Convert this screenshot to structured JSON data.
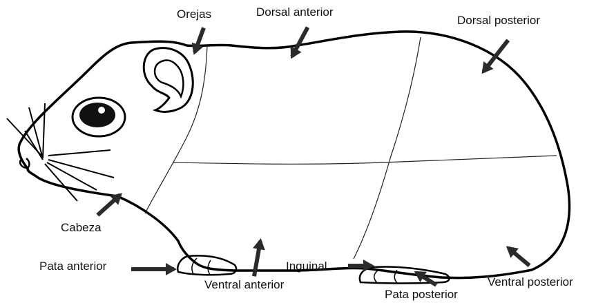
{
  "labels": {
    "orejas": "Orejas",
    "dorsal_anterior": "Dorsal anterior",
    "dorsal_posterior": "Dorsal posterior",
    "cabeza": "Cabeza",
    "pata_anterior": "Pata anterior",
    "ventral_anterior": "Ventral anterior",
    "inguinal": "Inguinal",
    "pata_posterior": "Pata posterior",
    "ventral_posterior": "Ventral posterior"
  },
  "colors": {
    "outline": "#000000",
    "arrow": "#2b2b2b",
    "background": "#ffffff"
  }
}
